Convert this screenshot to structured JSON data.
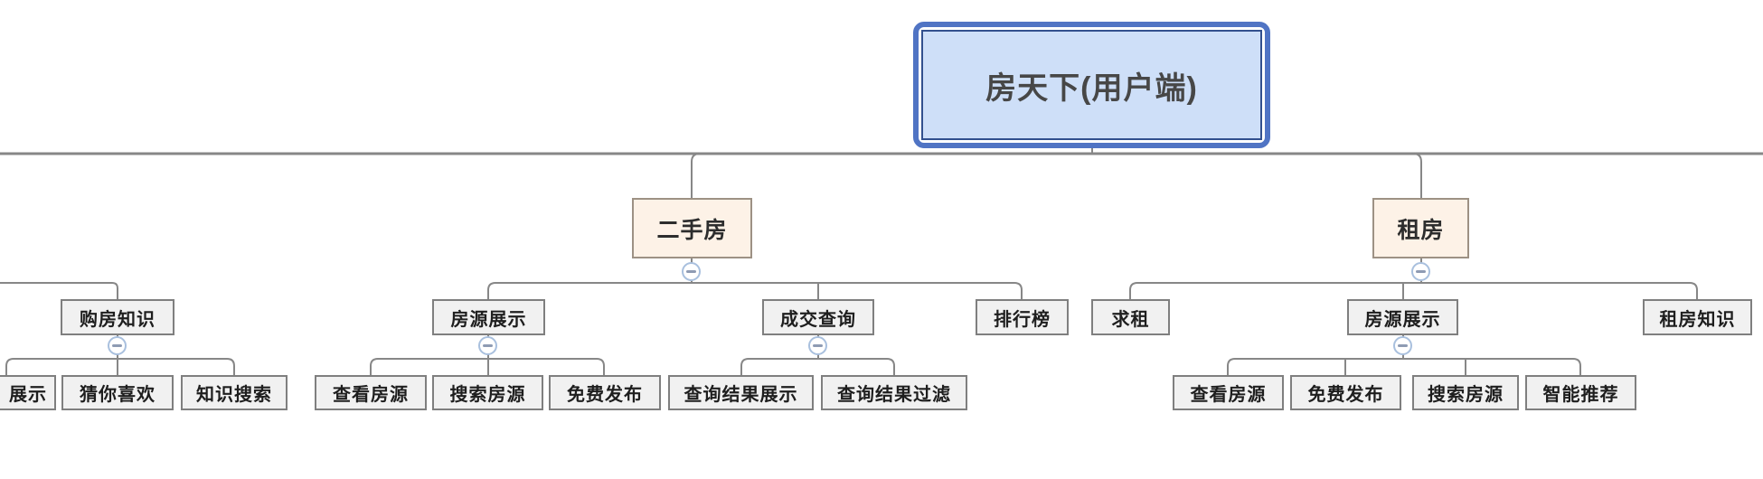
{
  "root": {
    "label": "房天下(用户端)"
  },
  "branches": {
    "second_hand": {
      "label": "二手房",
      "children": {
        "listing_display": {
          "label": "房源展示",
          "children": {
            "view_listings": {
              "label": "查看房源"
            },
            "search_listings": {
              "label": "搜索房源"
            },
            "free_posting": {
              "label": "免费发布"
            }
          }
        },
        "transaction_query": {
          "label": "成交查询",
          "children": {
            "result_display": {
              "label": "查询结果展示"
            },
            "result_filter": {
              "label": "查询结果过滤"
            }
          }
        },
        "ranking": {
          "label": "排行榜"
        }
      }
    },
    "renting": {
      "label": "租房",
      "children": {
        "rent_seeking": {
          "label": "求租"
        },
        "listing_display": {
          "label": "房源展示",
          "children": {
            "view_listings": {
              "label": "查看房源"
            },
            "free_posting": {
              "label": "免费发布"
            },
            "search_listings": {
              "label": "搜索房源"
            },
            "smart_recommend": {
              "label": "智能推荐"
            }
          }
        },
        "renting_knowledge": {
          "label": "租房知识"
        }
      }
    }
  },
  "left_partial_branch": {
    "home_buying_knowledge": {
      "label": "购房知识",
      "children": {
        "display_clipped": {
          "label": "展示"
        },
        "guess_you_like": {
          "label": "猜你喜欢"
        },
        "knowledge_search": {
          "label": "知识搜索"
        }
      }
    }
  },
  "colors": {
    "line": "#878787",
    "root_fill": "#cedff8",
    "root_border_outer": "#5074c4",
    "root_border_inner": "#32508e",
    "branch_fill": "#fdf2e7",
    "branch_border": "#9d9184",
    "node_fill": "#f1f1f1",
    "node_border": "#7f7f7f",
    "collapse_border": "#a9c0de",
    "collapse_dash": "#8e9bb3"
  }
}
